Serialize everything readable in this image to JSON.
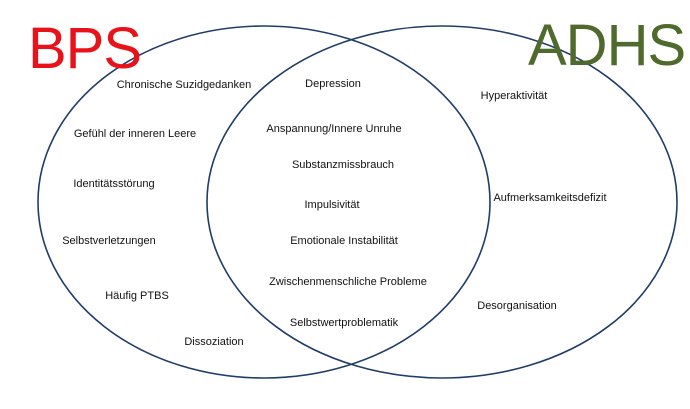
{
  "titles": {
    "left": "BPS",
    "right": "ADHS"
  },
  "colors": {
    "left_title": "#e8131a",
    "right_title": "#4e6a2c",
    "circle_stroke": "#1f3d66",
    "text": "#111111"
  },
  "left_only": [
    "Chronische Suzidgedanken",
    "Gefühl der inneren Leere",
    "Identitätsstörung",
    "Selbstverletzungen",
    "Häufig PTBS",
    "Dissoziation"
  ],
  "overlap": [
    "Depression",
    "Anspannung/Innere Unruhe",
    "Substanzmissbrauch",
    "Impulsivität",
    "Emotionale Instabilität",
    "Zwischenmenschliche Probleme",
    "Selbstwertproblematik"
  ],
  "right_only": [
    "Hyperaktivität",
    "Aufmerksamkeitsdefizit",
    "Desorganisation"
  ]
}
